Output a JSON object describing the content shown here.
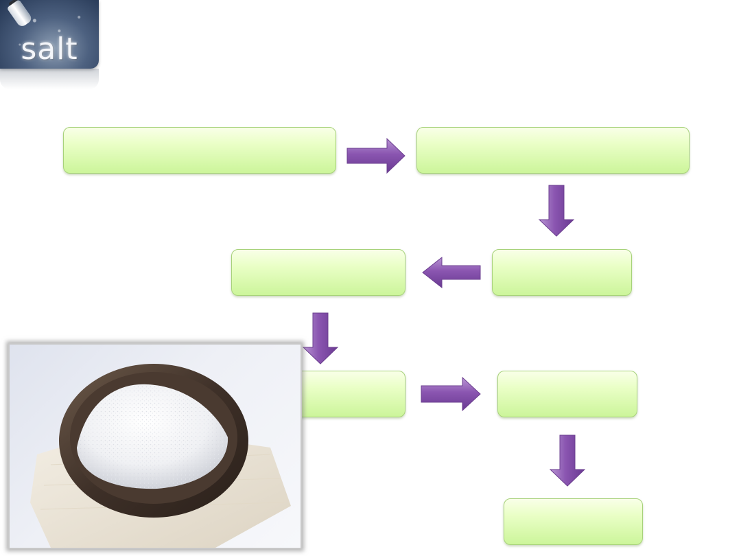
{
  "logo": {
    "text": "salt"
  },
  "steps": [
    {
      "id": "step-1",
      "text": ""
    },
    {
      "id": "step-2",
      "text": ""
    },
    {
      "id": "step-3",
      "text": ""
    },
    {
      "id": "step-4",
      "text": ""
    },
    {
      "id": "step-5",
      "text": ""
    },
    {
      "id": "step-6",
      "text": ""
    },
    {
      "id": "step-7",
      "text": ""
    }
  ],
  "colors": {
    "box_fill": "#e6ffc2",
    "box_border": "#a7d27a",
    "arrow_fill": "#8e5bb0",
    "logo_bg": "#33466a"
  },
  "icons": [
    "salt-shaker-icon",
    "right-arrow-icon",
    "down-arrow-icon",
    "left-arrow-icon"
  ]
}
